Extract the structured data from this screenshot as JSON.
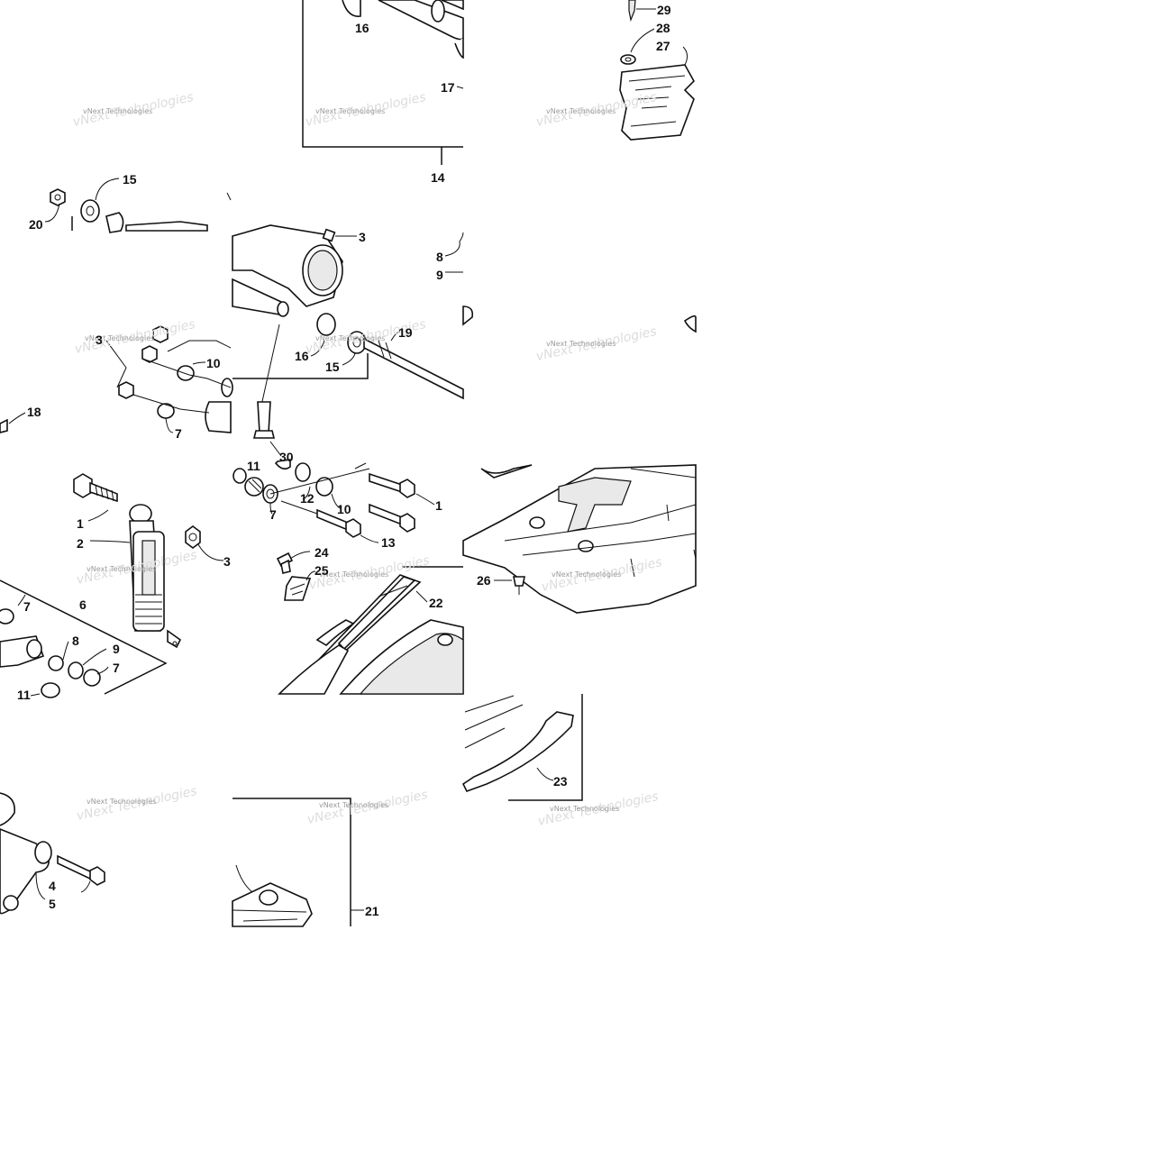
{
  "watermark": "vNext Technologies",
  "callouts": {
    "n29": "29",
    "n28": "28",
    "n27": "27",
    "n16a": "16",
    "n17": "17",
    "n14": "14",
    "n15a": "15",
    "n20": "20",
    "n3a": "3",
    "n8a": "8",
    "n9a": "9",
    "n19": "19",
    "n16b": "16",
    "n15b": "15",
    "n10a": "10",
    "n3b": "3",
    "n18": "18",
    "n7a": "7",
    "n30": "30",
    "n11a": "11",
    "n12": "12",
    "n10b": "10",
    "n1a": "1",
    "n7b": "7",
    "n13": "13",
    "n1b": "1",
    "n2": "2",
    "n3c": "3",
    "n24": "24",
    "n25": "25",
    "n22": "22",
    "n26": "26",
    "n6": "6",
    "n7c": "7",
    "n8b": "8",
    "n9b": "9",
    "n7d": "7",
    "n11b": "11",
    "n23": "23",
    "n4": "4",
    "n5": "5",
    "n21": "21"
  }
}
